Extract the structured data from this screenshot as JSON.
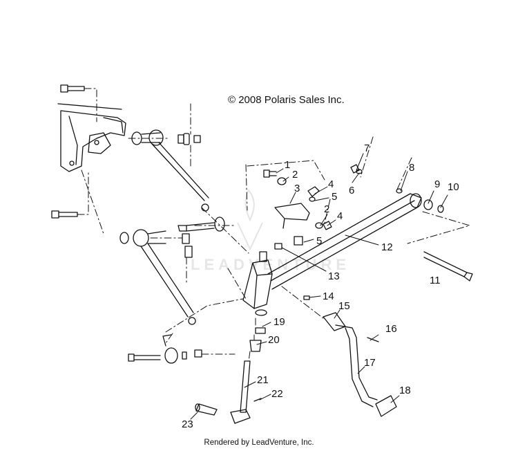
{
  "diagram": {
    "copyright": "© 2008 Polaris Sales Inc.",
    "watermark": "LEADVENTURE",
    "footer": "Rendered by LeadVenture, Inc.",
    "callouts": [
      "1",
      "2",
      "3",
      "4",
      "5",
      "7",
      "6",
      "8",
      "9",
      "10",
      "2",
      "4",
      "5",
      "12",
      "13",
      "11",
      "14",
      "15",
      "16",
      "19",
      "20",
      "17",
      "21",
      "22",
      "18",
      "23"
    ]
  }
}
